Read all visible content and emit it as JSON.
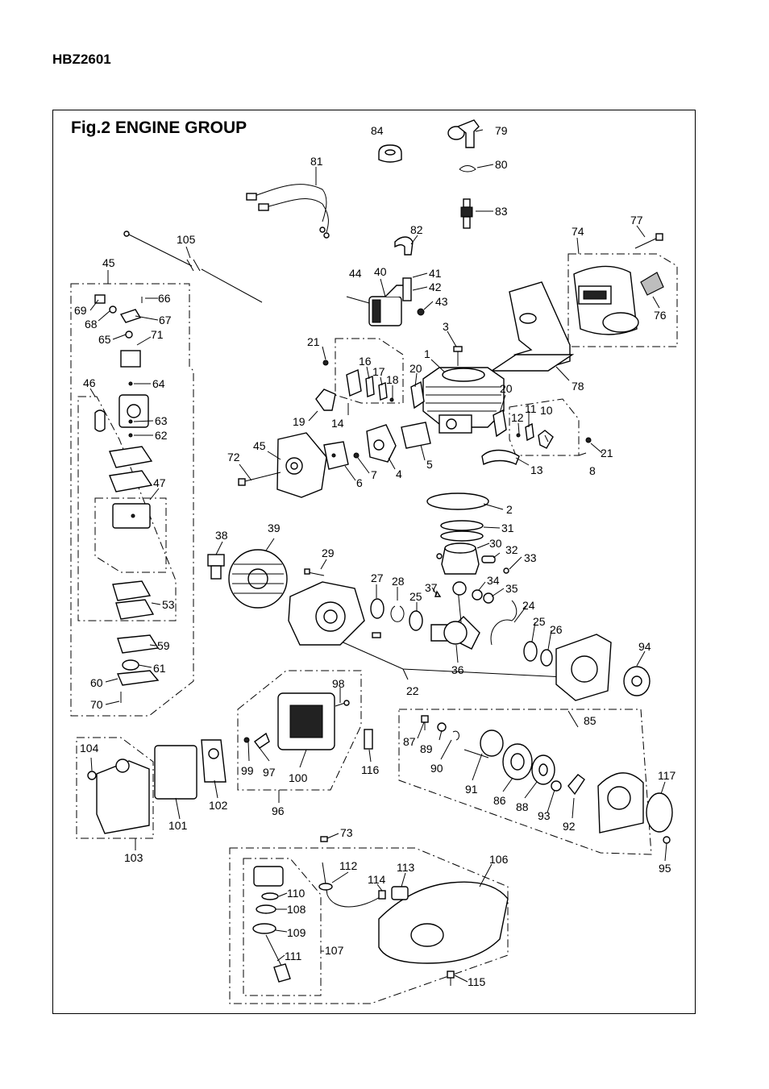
{
  "header": {
    "model": "HBZ2601"
  },
  "figure": {
    "title": "Fig.2  ENGINE GROUP"
  },
  "callouts": [
    "1",
    "2",
    "3",
    "4",
    "5",
    "6",
    "7",
    "8",
    "10",
    "11",
    "12",
    "13",
    "14",
    "16",
    "17",
    "18",
    "19",
    "20",
    "20",
    "21",
    "21",
    "22",
    "24",
    "25",
    "25",
    "26",
    "27",
    "28",
    "29",
    "30",
    "31",
    "32",
    "33",
    "34",
    "35",
    "36",
    "37",
    "38",
    "39",
    "40",
    "41",
    "42",
    "43",
    "44",
    "45",
    "45",
    "46",
    "47",
    "53",
    "59",
    "60",
    "61",
    "62",
    "63",
    "64",
    "65",
    "66",
    "67",
    "68",
    "69",
    "70",
    "71",
    "72",
    "73",
    "74",
    "76",
    "77",
    "78",
    "79",
    "80",
    "81",
    "82",
    "83",
    "84",
    "85",
    "86",
    "87",
    "88",
    "89",
    "90",
    "91",
    "92",
    "93",
    "94",
    "95",
    "96",
    "97",
    "98",
    "99",
    "100",
    "101",
    "102",
    "103",
    "104",
    "105",
    "106",
    "107",
    "108",
    "109",
    "110",
    "111",
    "112",
    "113",
    "114",
    "115",
    "116",
    "117"
  ]
}
